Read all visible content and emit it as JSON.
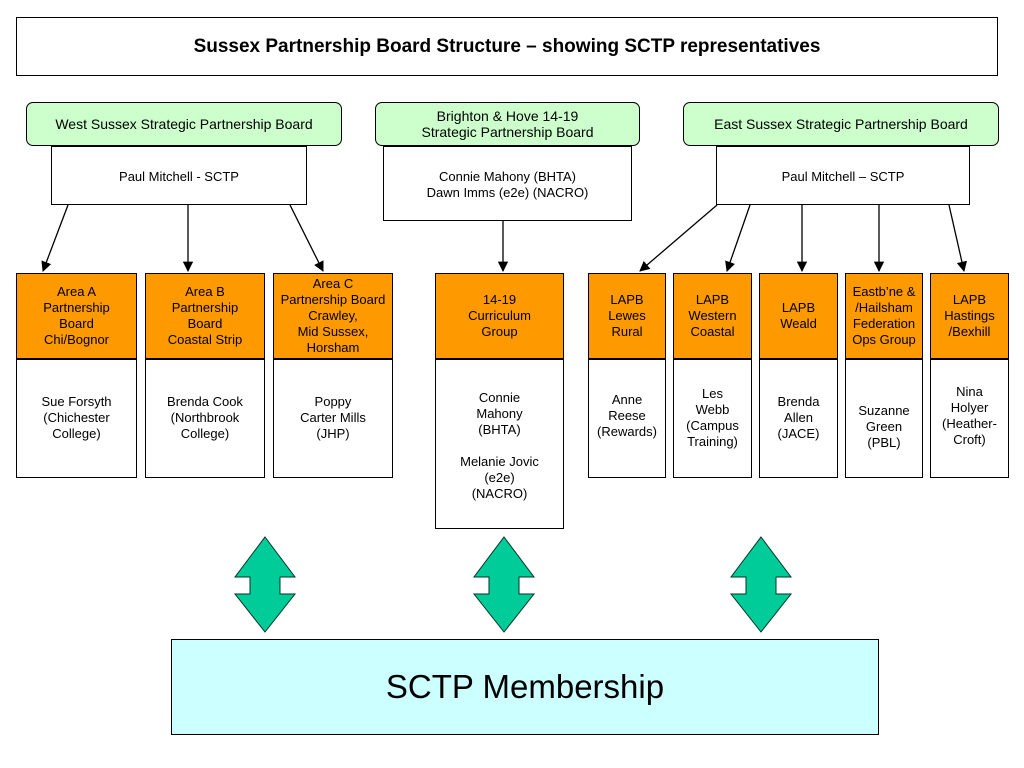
{
  "title": "Sussex Partnership Board Structure – showing SCTP representatives",
  "boards": {
    "west": "West Sussex Strategic Partnership Board",
    "brighton": "Brighton & Hove 14-19\nStrategic Partnership Board",
    "east": "East Sussex Strategic Partnership Board"
  },
  "board_reps": {
    "west": "Paul Mitchell - SCTP",
    "brighton": "Connie Mahony (BHTA)\nDawn Imms (e2e) (NACRO)",
    "east": "Paul Mitchell – SCTP"
  },
  "groups": [
    {
      "name": "Area A\nPartnership\nBoard\nChi/Bognor",
      "rep": "Sue Forsyth\n(Chichester\nCollege)"
    },
    {
      "name": "Area B\nPartnership\nBoard\nCoastal Strip",
      "rep": "Brenda Cook\n(Northbrook\nCollege)"
    },
    {
      "name": "Area C\nPartnership Board\nCrawley,\nMid Sussex,\nHorsham",
      "rep": "Poppy\nCarter Mills\n(JHP)"
    },
    {
      "name": "14-19\nCurriculum\nGroup",
      "rep": "Connie\nMahony\n(BHTA)\n\nMelanie Jovic\n(e2e)\n(NACRO)"
    },
    {
      "name": "LAPB\nLewes\nRural",
      "rep": "Anne\nReese\n(Rewards)"
    },
    {
      "name": "LAPB\nWestern\nCoastal",
      "rep": "Les\nWebb\n(Campus\nTraining)"
    },
    {
      "name": "LAPB\nWeald",
      "rep": "Brenda\nAllen\n(JACE)"
    },
    {
      "name": "Eastb’ne &\n/Hailsham\nFederation\nOps Group",
      "rep": "Suzanne\nGreen\n(PBL)"
    },
    {
      "name": "LAPB\nHastings\n/Bexhill",
      "rep": "Nina\nHolyer\n(Heather-\nCroft)"
    }
  ],
  "membership": "SCTP Membership",
  "colors": {
    "board_fill": "#ccffcc",
    "area_fill": "#ff9900",
    "membership_fill": "#ccffff",
    "double_arrow_fill": "#00cc99"
  }
}
